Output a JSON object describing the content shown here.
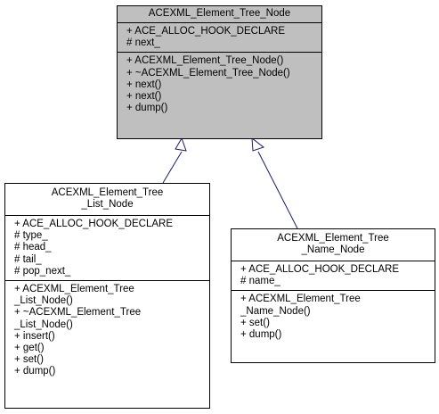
{
  "base_class": {
    "name": "ACEXML_Element_Tree_Node",
    "attributes": [
      "+ ACE_ALLOC_HOOK_DECLARE",
      "# next_"
    ],
    "methods": [
      "+ ACEXML_Element_Tree_Node()",
      "+ ~ACEXML_Element_Tree_Node()",
      "+ next()",
      "+ next()",
      "+ dump()"
    ]
  },
  "list_node_class": {
    "name_lines": [
      "ACEXML_Element_Tree",
      "_List_Node"
    ],
    "attributes": [
      "+ ACE_ALLOC_HOOK_DECLARE",
      "# type_",
      "# head_",
      "# tail_",
      "# pop_next_"
    ],
    "methods": [
      "+ ACEXML_Element_Tree",
      "_List_Node()",
      "+ ~ACEXML_Element_Tree",
      "_List_Node()",
      "+ insert()",
      "+ get()",
      "+ set()",
      "+ dump()"
    ]
  },
  "name_node_class": {
    "name_lines": [
      "ACEXML_Element_Tree",
      "_Name_Node"
    ],
    "attributes": [
      "+ ACE_ALLOC_HOOK_DECLARE",
      "# name_"
    ],
    "methods": [
      "+ ACEXML_Element_Tree",
      "_Name_Node()",
      "+ set()",
      "+ dump()"
    ]
  },
  "edge_color": "#191970"
}
